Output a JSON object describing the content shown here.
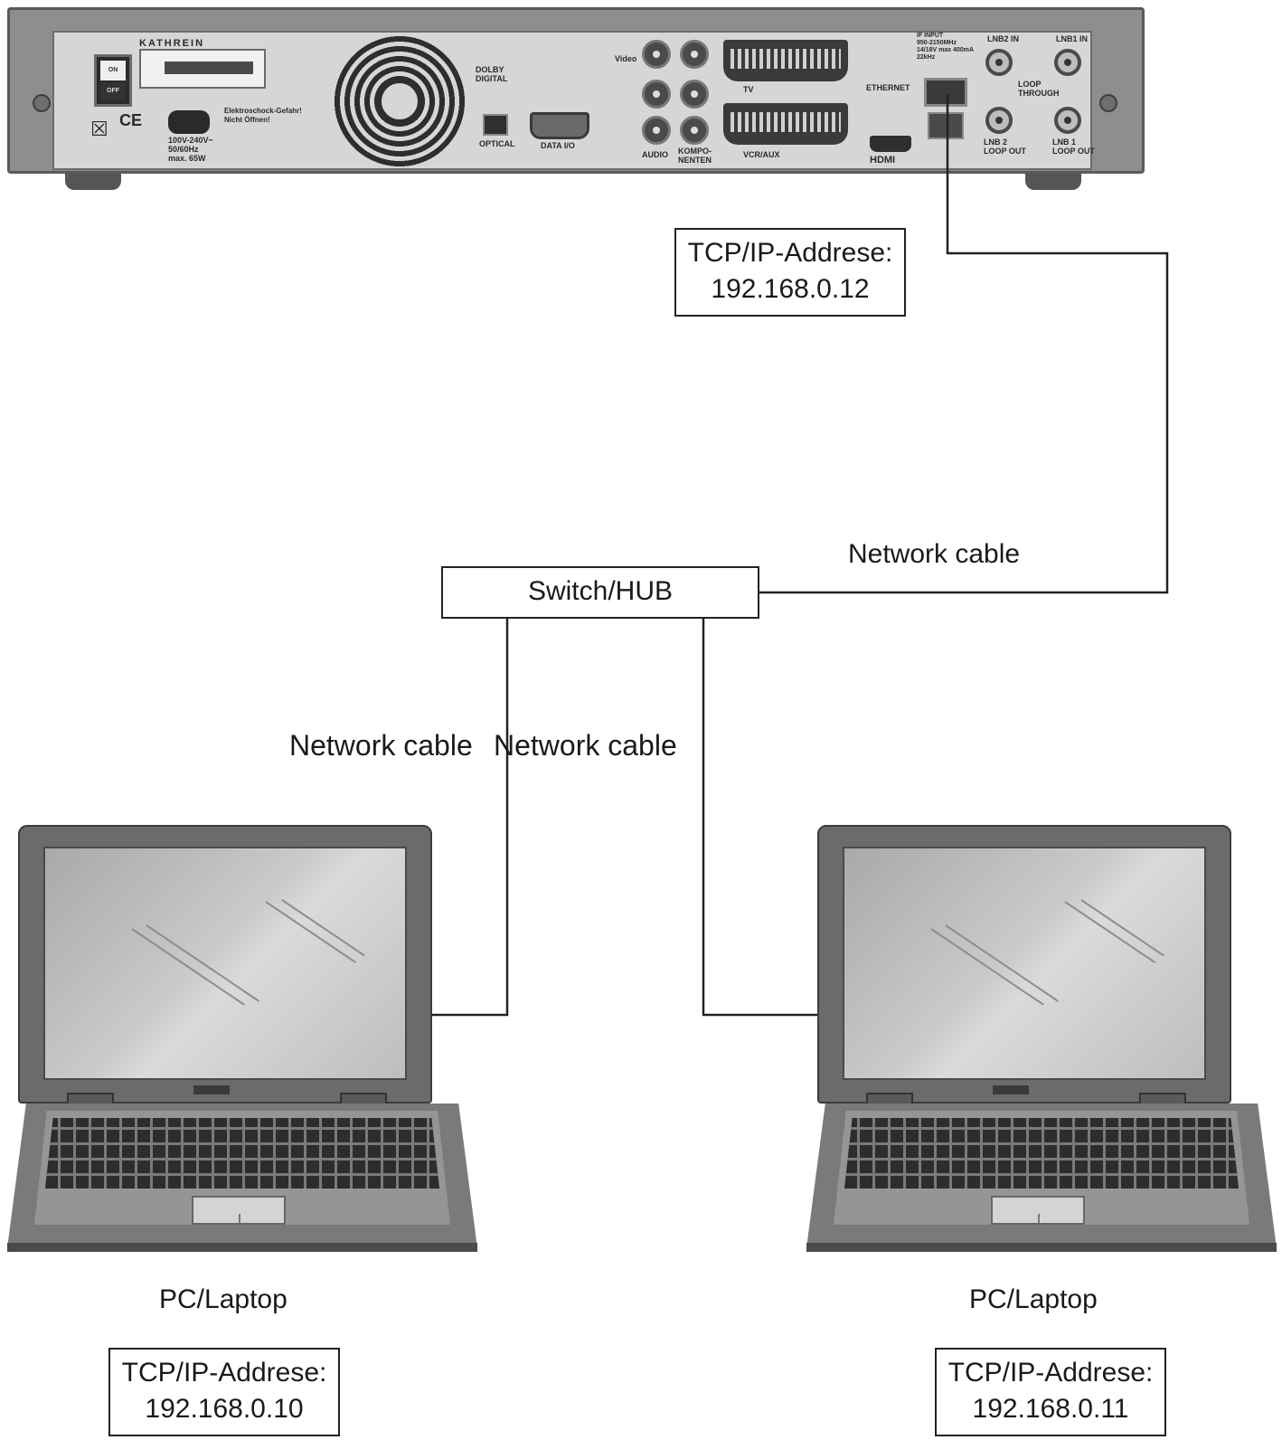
{
  "receiver": {
    "brand": "KATHREIN",
    "switch_on": "ON",
    "switch_off": "OFF",
    "power_spec": "100V-240V~\n50/60Hz\nmax. 65W",
    "warning": "Elektroschock-Gefahr!\nNicht Öffnen!",
    "port_optical": "OPTICAL",
    "port_data": "DATA I/O",
    "port_video": "Video",
    "port_audio": "AUDIO",
    "port_components": "KOMPO-\nNENTEN",
    "port_tv": "TV",
    "port_vcr": "VCR/AUX",
    "port_ethernet": "ETHERNET",
    "port_hdmi": "HDMI",
    "port_if_input": "IF INPUT\n950-2150MHz\n14/18V max 400mA\n22kHz",
    "port_lnb2_in": "LNB2 IN",
    "port_lnb1_in": "LNB1 IN",
    "port_loop": "LOOP\nTHROUGH",
    "port_lnb2_out": "LNB 2\nLOOP OUT",
    "port_lnb1_out": "LNB 1\nLOOP OUT",
    "dolby": "DOLBY\nDIGITAL"
  },
  "receiver_address": {
    "label": "TCP/IP-Addrese:",
    "value": "192.168.0.12"
  },
  "switch": {
    "label": "Switch/HUB"
  },
  "cables": {
    "top_label": "Network cable",
    "left_label": "Network cable",
    "right_label": "Network cable"
  },
  "pc1": {
    "label": "PC/Laptop",
    "address_label": "TCP/IP-Addrese:",
    "address_value": "192.168.0.10"
  },
  "pc2": {
    "label": "PC/Laptop",
    "address_label": "TCP/IP-Addrese:",
    "address_value": "192.168.0.11"
  },
  "colors": {
    "line": "#222222",
    "background": "#ffffff"
  }
}
